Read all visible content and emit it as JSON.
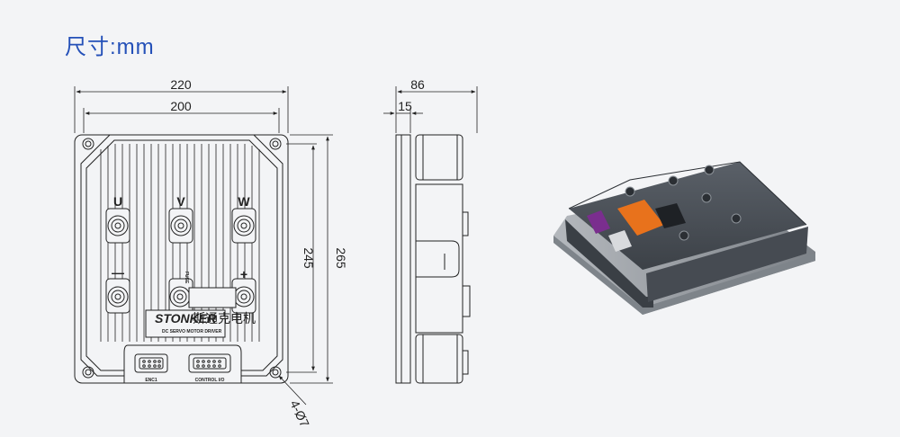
{
  "title": "尺寸:mm",
  "front_view": {
    "dim_overall_width": "220",
    "dim_inner_width": "200",
    "dim_inner_height": "245",
    "dim_overall_height": "265",
    "dim_hole": "4-Ø7",
    "terminal_u": "U",
    "terminal_v": "V",
    "terminal_w": "W",
    "terminal_minus": "—",
    "terminal_plus": "+",
    "fuse_label": "FUSE",
    "brand": "STONKER",
    "brand_cn": "斯通克电机",
    "product_line": "DC SERVO MOTOR DRIVER",
    "connector_enc": "ENC1",
    "connector_control": "CONTROL I/O"
  },
  "side_view": {
    "dim_depth": "86",
    "dim_flange": "15"
  },
  "colors": {
    "title": "#2450b8",
    "line": "#222222",
    "product_body": "#4a5057",
    "product_base": "#9aa0a6",
    "connector_purple": "#7a2e8e",
    "label_orange": "#e8721c"
  }
}
